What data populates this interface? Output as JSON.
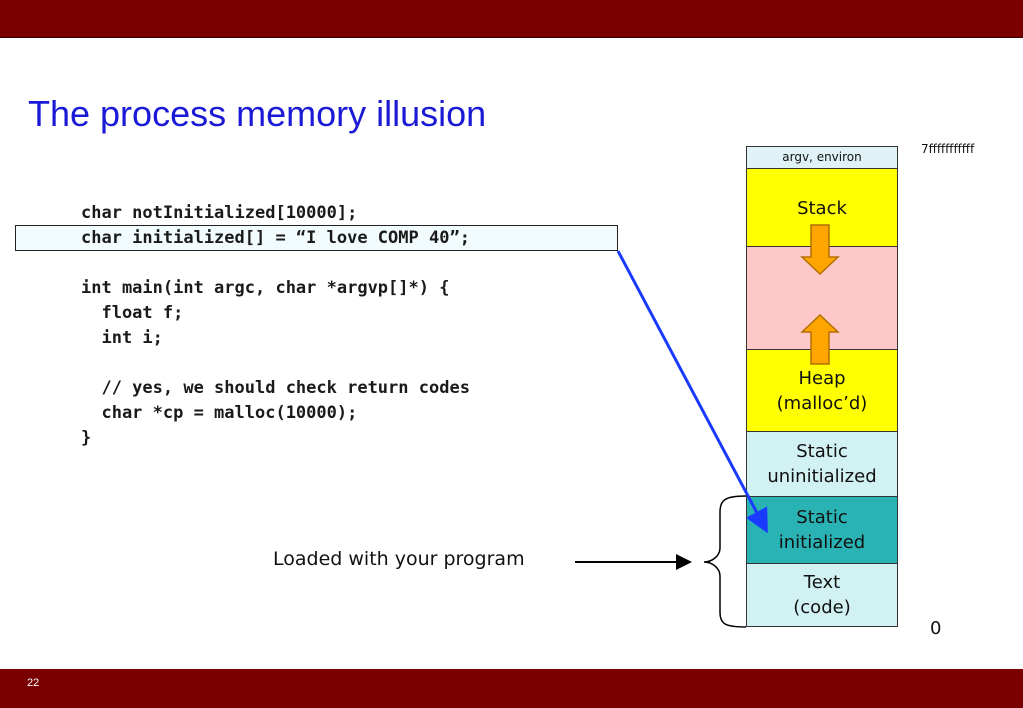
{
  "slide": {
    "title": "The process memory illusion",
    "page_number": "22"
  },
  "code": {
    "lines": [
      "char notInitialized[10000];",
      "char initialized[] = “I love COMP 40”;",
      "",
      "int main(int argc, char *argvp[]*) {",
      "  float f;",
      "  int i;",
      "",
      "  // yes, we should check return codes",
      "  char *cp = malloc(10000);",
      "}"
    ]
  },
  "memory": {
    "address_top": "7fffffffffff",
    "address_bottom": "0",
    "segments": [
      {
        "label": "argv, environ",
        "color": "#dff3f6"
      },
      {
        "label": "Stack",
        "color": "#ffff00"
      },
      {
        "label": "",
        "color": "#ffc8c8"
      },
      {
        "label": "Heap\n(malloc’d)",
        "color": "#ffff00"
      },
      {
        "label": "Static\nuninitialized",
        "color": "#d2f1f2"
      },
      {
        "label": "Static\ninitialized",
        "color": "#2ab3b5"
      },
      {
        "label": "Text\n(code)",
        "color": "#d2f1f2"
      }
    ]
  },
  "annotation": {
    "loaded_label": "Loaded with your program"
  },
  "colors": {
    "banner": "#7a0000",
    "title": "#1a1ad6",
    "pointer_arrow": "#1a3aff",
    "growth_arrow": "#ffa500"
  }
}
